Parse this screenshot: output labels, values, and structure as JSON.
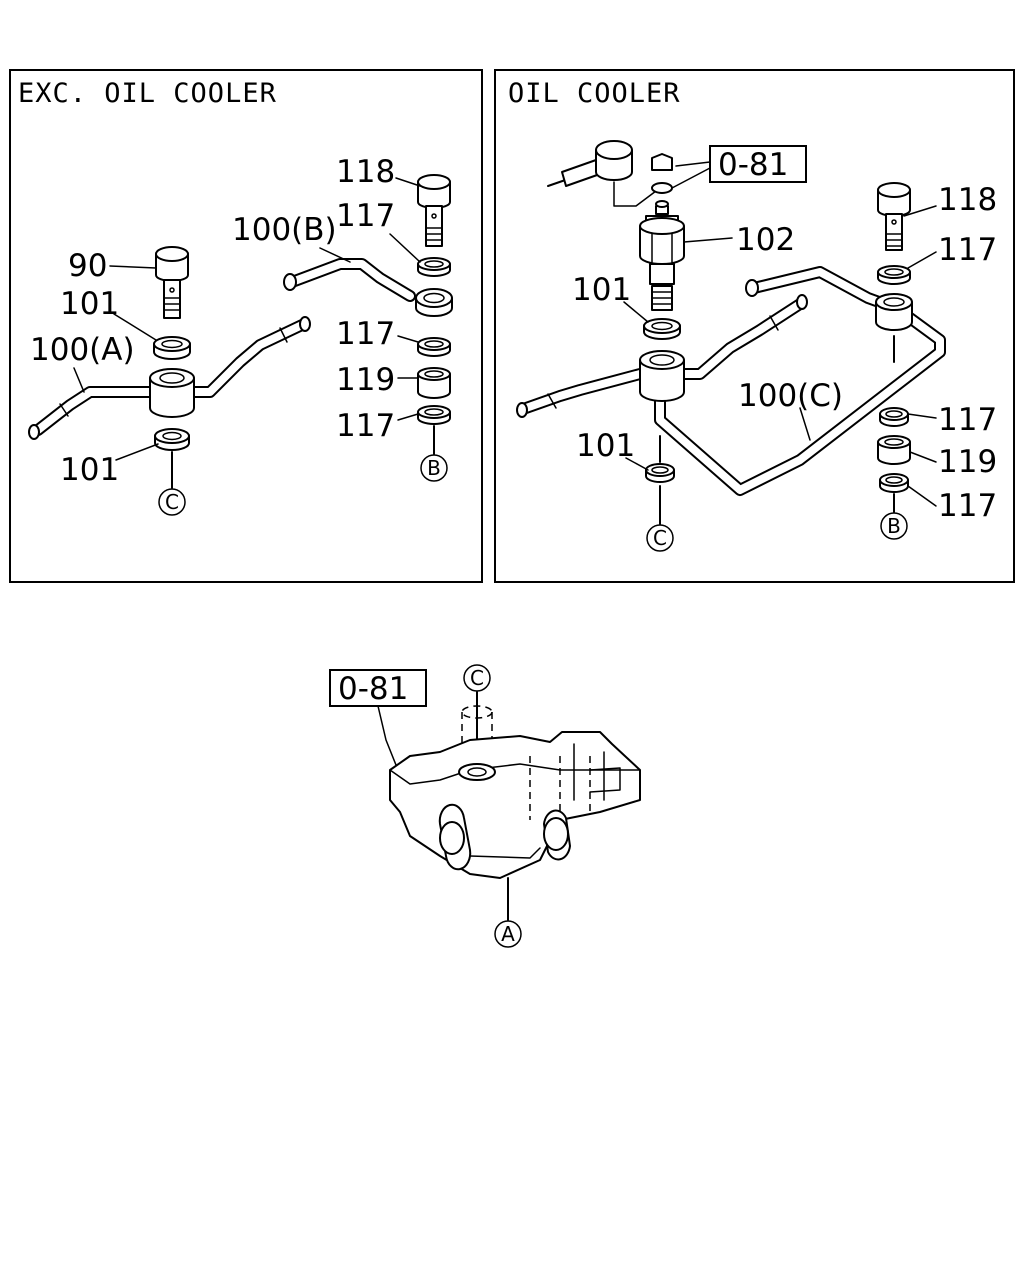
{
  "panels": {
    "left": {
      "title": "EXC. OIL COOLER"
    },
    "right": {
      "title": "OIL COOLER"
    }
  },
  "left_labels": {
    "p118": "118",
    "p117_top": "117",
    "p100b": "100(B)",
    "p90": "90",
    "p101_top": "101",
    "p100a": "100(A)",
    "p117_mid": "117",
    "p119": "119",
    "p117_bot": "117",
    "p101_bot": "101",
    "conn_c": "C",
    "conn_b": "B"
  },
  "right_labels": {
    "ref_081": "0-81",
    "p102": "102",
    "p118": "118",
    "p117_top": "117",
    "p101_top": "101",
    "p100c": "100(C)",
    "p117_mid": "117",
    "p101_bot": "101",
    "p119": "119",
    "p117_bot": "117",
    "conn_c": "C",
    "conn_b": "B"
  },
  "bottom_labels": {
    "ref_081": "0-81",
    "conn_c": "C",
    "conn_a": "A"
  }
}
